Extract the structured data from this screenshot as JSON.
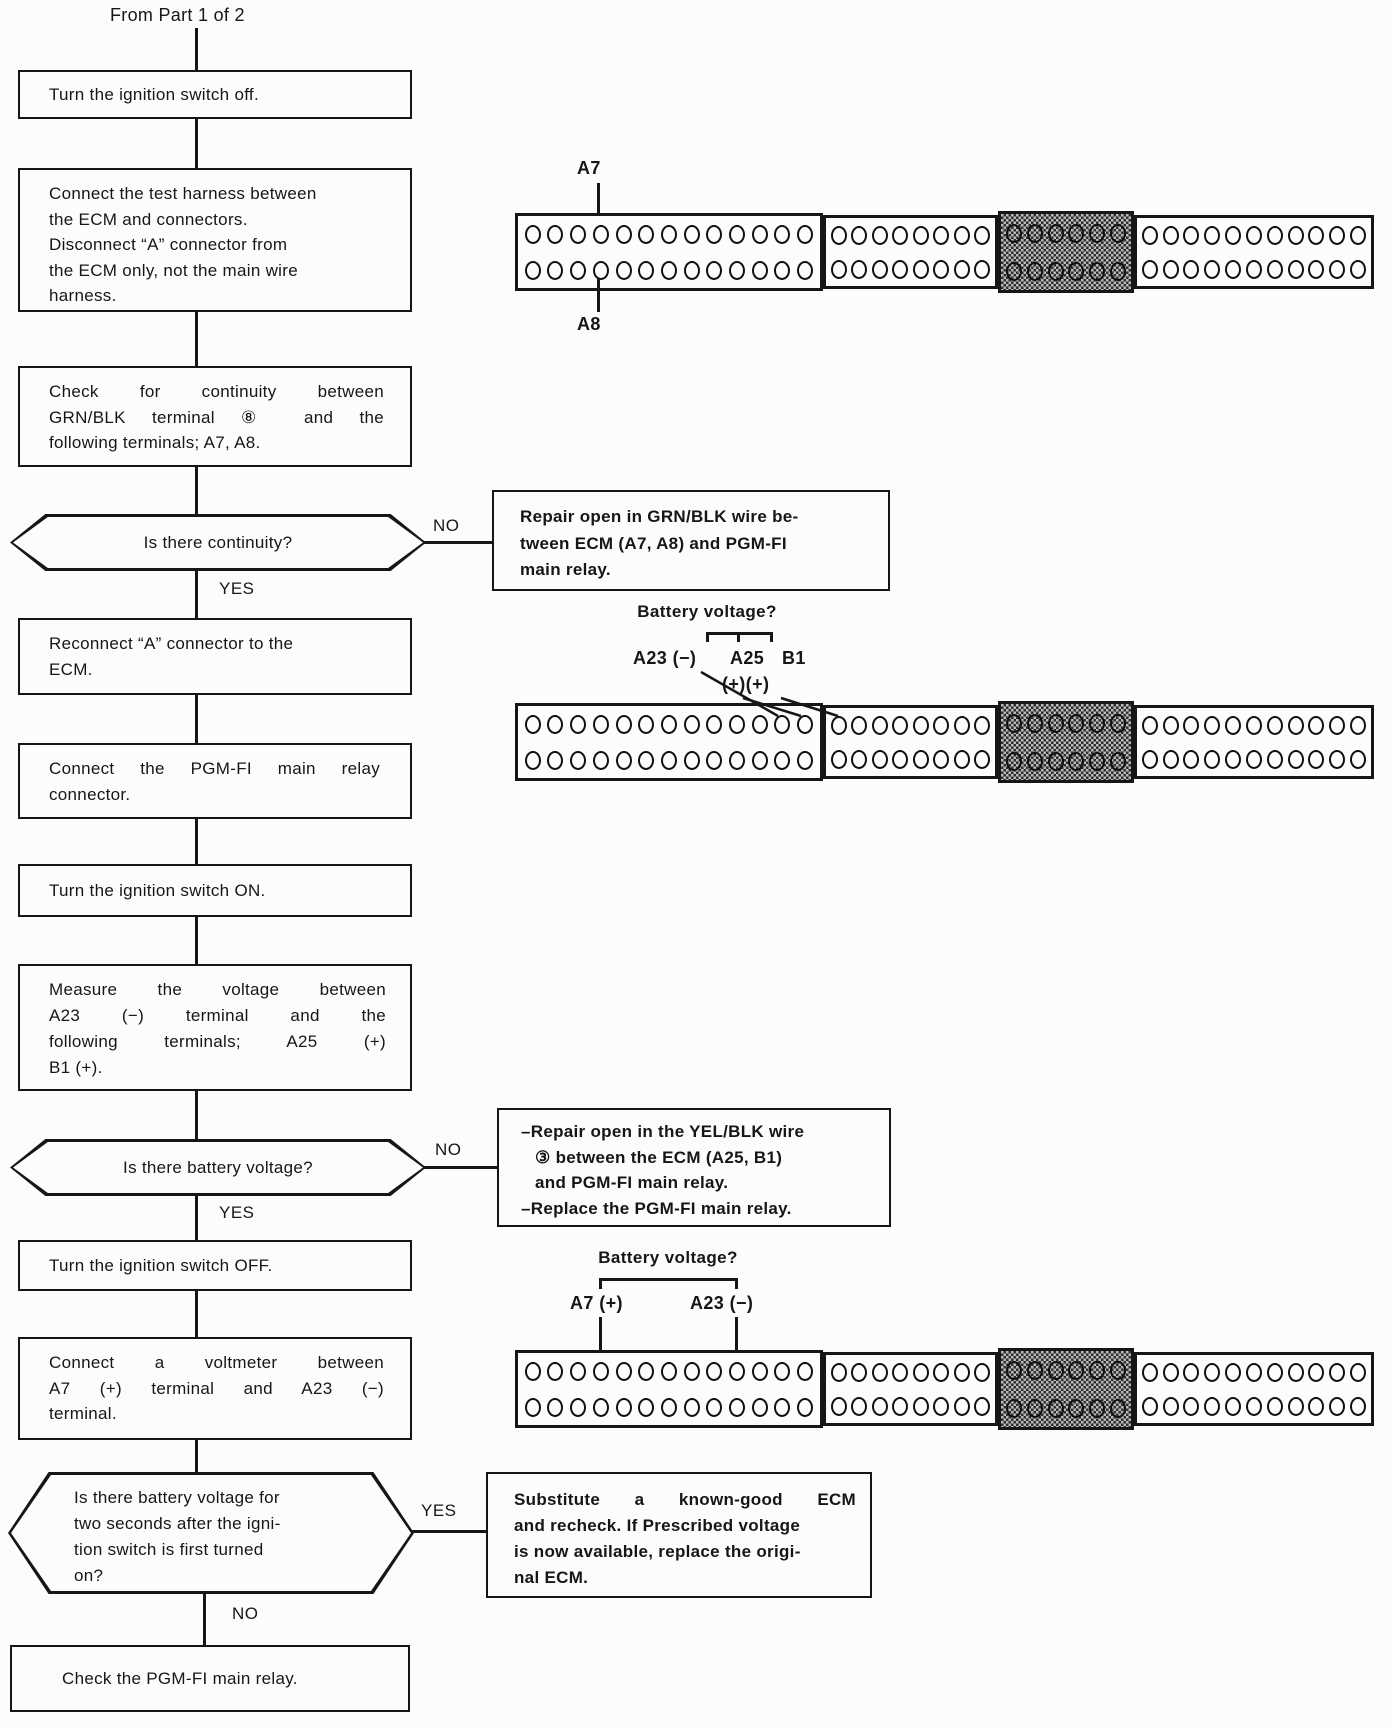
{
  "page": {
    "title": "From Part 1 of 2"
  },
  "labels": {
    "yes": "YES",
    "no": "NO"
  },
  "flow": {
    "step1": {
      "l1": "Turn the ignition switch off."
    },
    "step2": {
      "l1": "Connect the test harness between",
      "l2": "the ECM and connectors.",
      "l3": "Disconnect “A” connector from",
      "l4": "the ECM only, not the main wire",
      "l5": "harness."
    },
    "step3": {
      "l1": "Check for continuity between",
      "l2": "GRN/BLK terminal ⑧ and the",
      "l3": "following terminals; A7, A8."
    },
    "decision1": "Is there continuity?",
    "step4": {
      "l1": "Reconnect “A” connector to the",
      "l2": "ECM."
    },
    "step5": {
      "l1": "Connect the PGM-FI main relay",
      "l2": "connector."
    },
    "step6": {
      "l1": "Turn the ignition switch ON."
    },
    "step7": {
      "l1": "Measure the voltage between",
      "l2": "A23 (−) terminal and the",
      "l3": "following terminals; A25 (+)",
      "l4": "B1 (+)."
    },
    "decision2": "Is there battery voltage?",
    "step8": {
      "l1": "Turn the ignition switch OFF."
    },
    "step9": {
      "l1": "Connect a voltmeter between",
      "l2": "A7 (+) terminal and A23 (−)",
      "l3": "terminal."
    },
    "decision3": {
      "l1": "Is there battery voltage for",
      "l2": "two seconds after the igni-",
      "l3": "tion switch is first turned",
      "l4": "on?"
    },
    "step10": {
      "l1": "Check the PGM-FI main relay."
    }
  },
  "branches": {
    "no1": {
      "l1": "Repair open in GRN/BLK wire be-",
      "l2": "tween ECM (A7, A8) and PGM-FI",
      "l3": "main relay."
    },
    "no2": {
      "l1": "–Repair open in the YEL/BLK wire",
      "l2": "③ between the ECM (A25, B1)",
      "l3": "and PGM-FI main relay.",
      "l4": "–Replace the PGM-FI main relay."
    },
    "yes3": {
      "l1": "Substitute a known-good ECM",
      "l2": "and recheck. If Prescribed voltage",
      "l3": "is now available, replace the origi-",
      "l4": "nal ECM."
    }
  },
  "connectors": {
    "blocks": [
      {
        "pins": 13
      },
      {
        "pins": 8
      },
      {
        "pins": 6,
        "shaded": true
      },
      {
        "pins": 11
      }
    ],
    "c1": {
      "pin_top": "A7",
      "pin_bottom": "A8"
    },
    "c2": {
      "question": "Battery voltage?",
      "t1": "A23 (−)",
      "t2": "A25",
      "t3": "B1",
      "polarity": "(+)(+)"
    },
    "c3": {
      "question": "Battery voltage?",
      "t1": "A7 (+)",
      "t2": "A23 (−)"
    }
  },
  "ink": "#161616"
}
